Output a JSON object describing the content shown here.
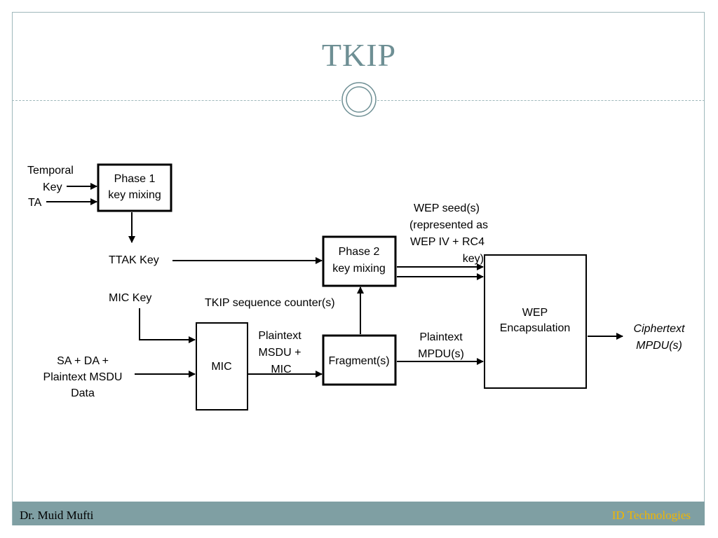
{
  "slide": {
    "title": "TKIP"
  },
  "diagram": {
    "inputs": {
      "temporal_key_line1": "Temporal",
      "temporal_key_line2": "Key",
      "ta": "TA",
      "ttak_key": "TTAK Key",
      "mic_key": "MIC Key",
      "sa_da_line1": "SA + DA +",
      "sa_da_line2": "Plaintext MSDU",
      "sa_da_line3": "Data"
    },
    "blocks": {
      "phase1_line1": "Phase 1",
      "phase1_line2": "key mixing",
      "phase2_line1": "Phase 2",
      "phase2_line2": "key mixing",
      "mic": "MIC",
      "fragment": "Fragment(s)",
      "wep_line1": "WEP",
      "wep_line2": "Encapsulation"
    },
    "labels": {
      "wep_seed_line1": "WEP seed(s)",
      "wep_seed_line2": "(represented as",
      "wep_seed_line3": "WEP IV + RC4",
      "wep_seed_line4": "key)",
      "tkip_counter": "TKIP sequence counter(s)",
      "plaintext_msdu_line1": "Plaintext",
      "plaintext_msdu_line2": "MSDU +",
      "plaintext_msdu_line3": "MIC",
      "plaintext_mpdu_line1": "Plaintext",
      "plaintext_mpdu_line2": "MPDU(s)",
      "ciphertext_line1": "Ciphertext",
      "ciphertext_line2": "MPDU(s)"
    }
  },
  "footer": {
    "author": "Dr. Muid Mufti",
    "organization": "ID Technologies"
  },
  "colors": {
    "accent": "#6e8f94",
    "footer_bg": "#7f9fa3",
    "org_text": "#f2b600"
  }
}
